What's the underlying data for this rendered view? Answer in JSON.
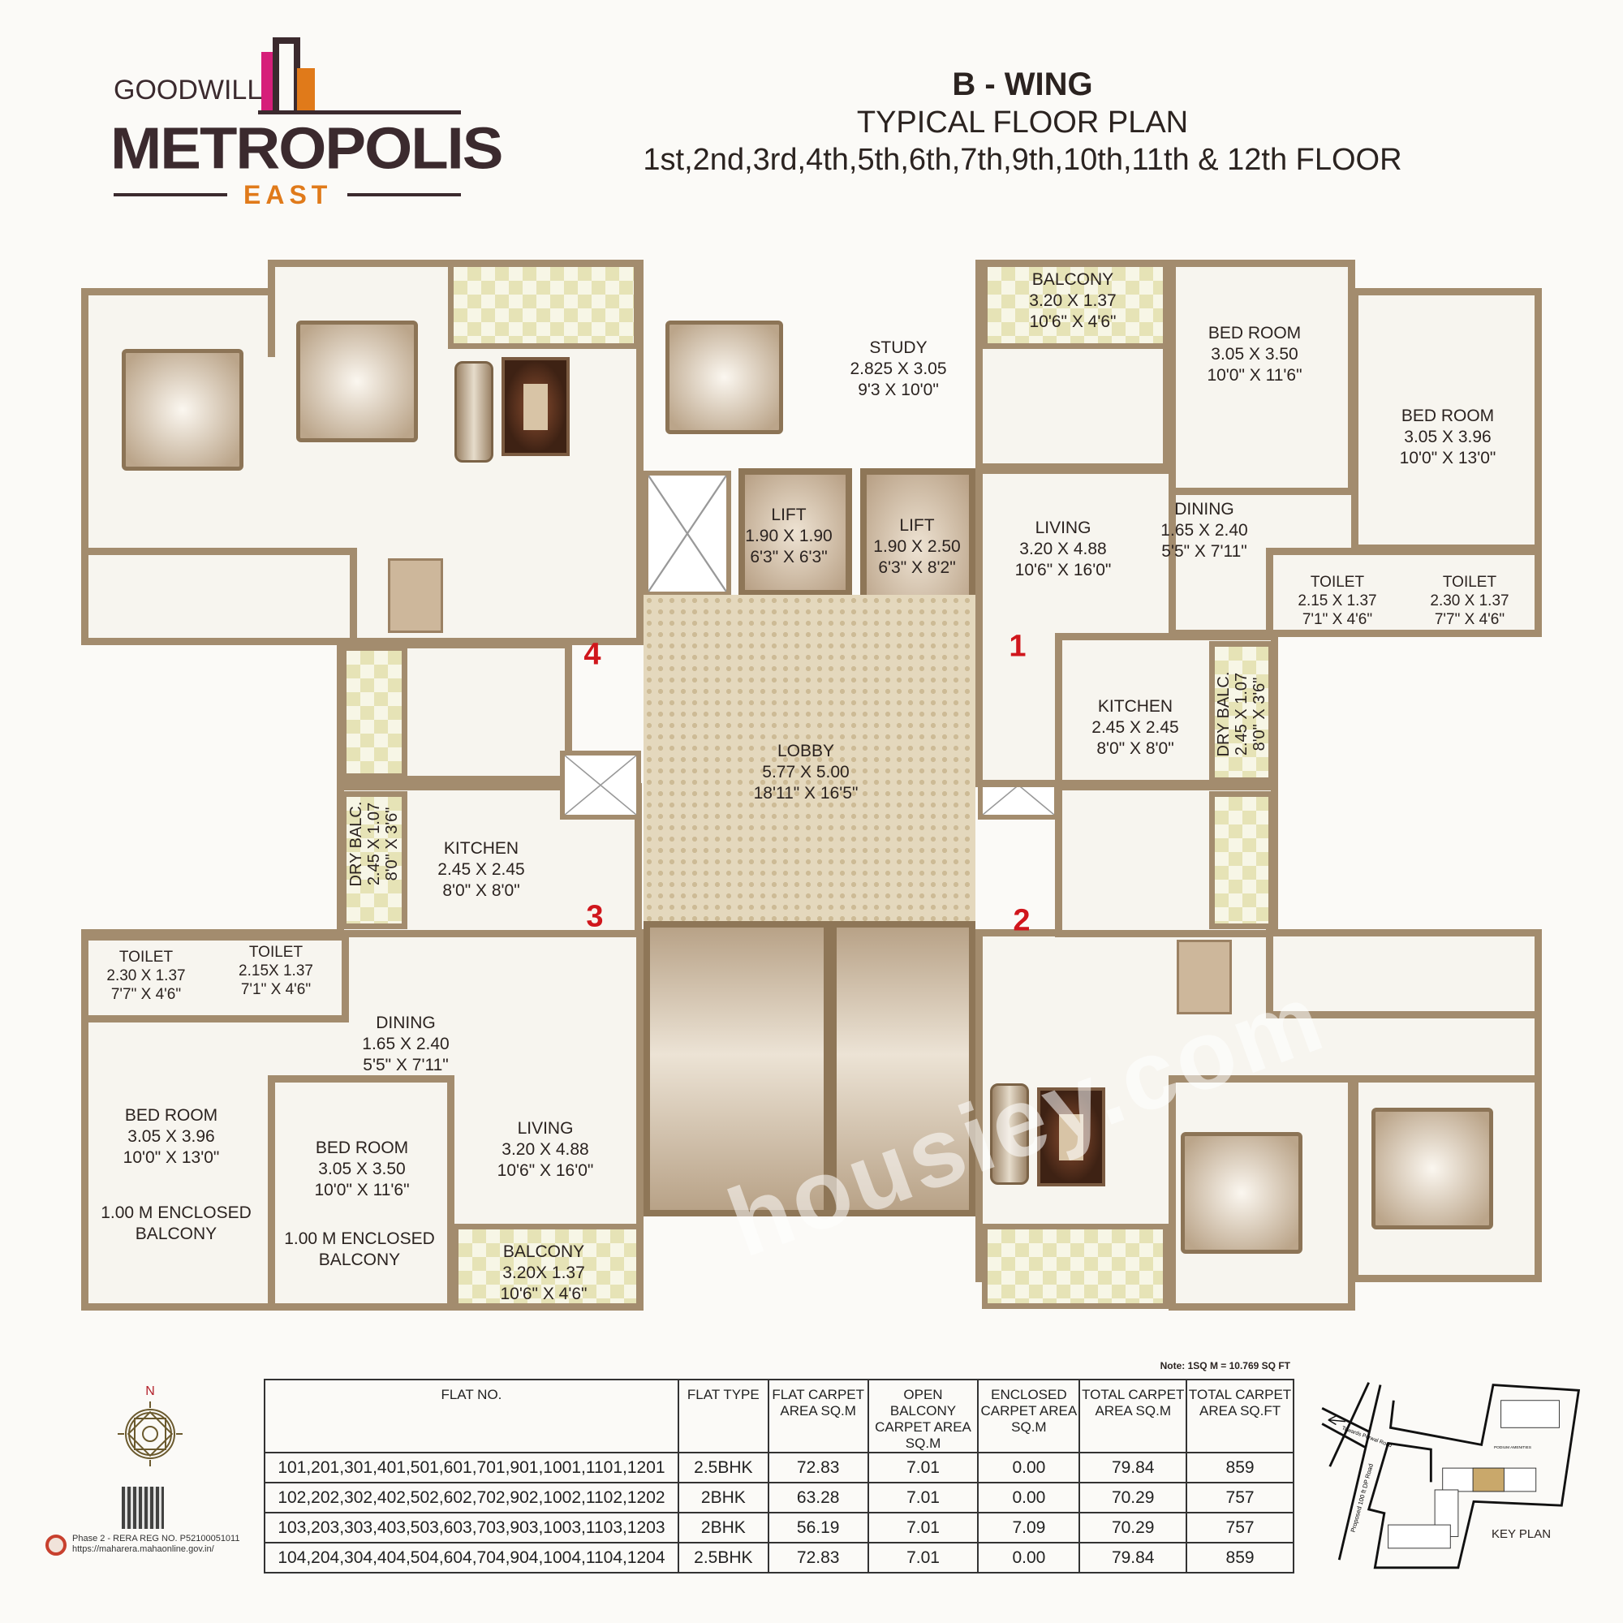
{
  "logo": {
    "line1": "GOODWILL",
    "line2": "METROPOLIS",
    "line3": "EAST",
    "colors": {
      "primary": "#3b2a2e",
      "accent": "#e07a1a",
      "pink": "#d61f7a"
    }
  },
  "title": {
    "wing": "B - WING",
    "subtitle": "TYPICAL FLOOR PLAN",
    "floors": "1st,2nd,3rd,4th,5th,6th,7th,9th,10th,11th & 12th FLOOR"
  },
  "plan": {
    "flat_numbers": [
      "1",
      "2",
      "3",
      "4"
    ],
    "watermark": "housiey.com",
    "core": {
      "lift1": {
        "name": "LIFT",
        "m": "1.90 X 1.90",
        "ft": "6'3\" X 6'3\""
      },
      "lift2": {
        "name": "LIFT",
        "m": "1.90 X 2.50",
        "ft": "6'3\" X 8'2\""
      },
      "lobby": {
        "name": "LOBBY",
        "m": "5.77 X 5.00",
        "ft": "18'11\" X 16'5\""
      }
    },
    "flat1": {
      "study": {
        "name": "STUDY",
        "m": "2.825 X 3.05",
        "ft": "9'3 X 10'0\""
      },
      "balcony": {
        "name": "BALCONY",
        "m": "3.20 X 1.37",
        "ft": "10'6\" X 4'6\""
      },
      "bed1": {
        "name": "BED ROOM",
        "m": "3.05 X 3.50",
        "ft": "10'0\" X 11'6\""
      },
      "bed2": {
        "name": "BED ROOM",
        "m": "3.05 X 3.96",
        "ft": "10'0\" X 13'0\""
      },
      "living": {
        "name": "LIVING",
        "m": "3.20 X 4.88",
        "ft": "10'6\" X 16'0\""
      },
      "dining": {
        "name": "DINING",
        "m": "1.65 X 2.40",
        "ft": "5'5\" X 7'11\""
      },
      "toilet1": {
        "name": "TOILET",
        "m": "2.15 X 1.37",
        "ft": "7'1\" X 4'6\""
      },
      "toilet2": {
        "name": "TOILET",
        "m": "2.30 X 1.37",
        "ft": "7'7\" X 4'6\""
      },
      "kitchen": {
        "name": "KITCHEN",
        "m": "2.45 X 2.45",
        "ft": "8'0\" X 8'0\""
      },
      "drybalc": {
        "name": "DRY BALC.",
        "m": "2.45 X 1.07",
        "ft": "8'0\" X 3'6\""
      }
    },
    "flat3": {
      "kitchen": {
        "name": "KITCHEN",
        "m": "2.45 X 2.45",
        "ft": "8'0\" X 8'0\""
      },
      "drybalc": {
        "name": "DRY BALC.",
        "m": "2.45 X 1.07",
        "ft": "8'0\" X 3'6\""
      },
      "toilet1": {
        "name": "TOILET",
        "m": "2.30 X 1.37",
        "ft": "7'7\" X 4'6\""
      },
      "toilet2": {
        "name": "TOILET",
        "m": "2.15X 1.37",
        "ft": "7'1\" X 4'6\""
      },
      "dining": {
        "name": "DINING",
        "m": "1.65 X 2.40",
        "ft": "5'5\" X 7'11\""
      },
      "bed1": {
        "name": "BED ROOM",
        "m": "3.05 X 3.96",
        "ft": "10'0\" X 13'0\""
      },
      "encl1": {
        "l1": "1.00 M ENCLOSED",
        "l2": "BALCONY"
      },
      "bed2": {
        "name": "BED ROOM",
        "m": "3.05 X 3.50",
        "ft": "10'0\" X 11'6\""
      },
      "encl2": {
        "l1": "1.00 M ENCLOSED",
        "l2": "BALCONY"
      },
      "living": {
        "name": "LIVING",
        "m": "3.20 X 4.88",
        "ft": "10'6\" X 16'0\""
      },
      "balcony": {
        "name": "BALCONY",
        "m": "3.20X 1.37",
        "ft": "10'6\" X 4'6\""
      }
    }
  },
  "area_table": {
    "note": "Note: 1SQ M = 10.769 SQ FT",
    "headers": [
      "FLAT NO.",
      "FLAT TYPE",
      "FLAT CARPET AREA SQ.M",
      "OPEN BALCONY CARPET AREA SQ.M",
      "ENCLOSED CARPET AREA SQ.M",
      "TOTAL CARPET AREA SQ.M",
      "TOTAL CARPET AREA SQ.FT"
    ],
    "rows": [
      [
        "101,201,301,401,501,601,701,901,1001,1101,1201",
        "2.5BHK",
        "72.83",
        "7.01",
        "0.00",
        "79.84",
        "859"
      ],
      [
        "102,202,302,402,502,602,702,902,1002,1102,1202",
        "2BHK",
        "63.28",
        "7.01",
        "0.00",
        "70.29",
        "757"
      ],
      [
        "103,203,303,403,503,603,703,903,1003,1103,1203",
        "2BHK",
        "56.19",
        "7.01",
        "7.09",
        "70.29",
        "757"
      ],
      [
        "104,204,304,404,504,604,704,904,1004,1104,1204",
        "2.5BHK",
        "72.83",
        "7.01",
        "0.00",
        "79.84",
        "859"
      ]
    ]
  },
  "compass": {
    "north": "N"
  },
  "rera": {
    "line1": "Phase 2 - RERA REG NO. P52100051011",
    "line2": "https://maharera.mahaonline.gov.in/"
  },
  "key_plan": {
    "label": "KEY PLAN",
    "road1": "Towards Porwal Road",
    "road2": "Proposed 100 ft DP Road",
    "amenities": "PODIUM AMENITIES",
    "highlight_color": "#c9a86b"
  }
}
